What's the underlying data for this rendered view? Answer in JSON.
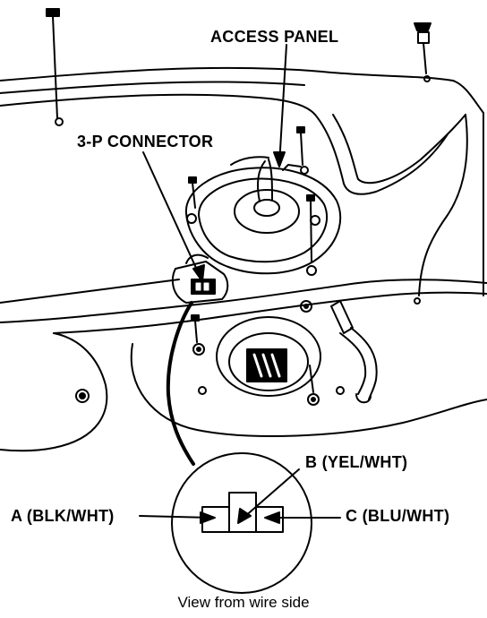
{
  "labels": {
    "access_panel": "ACCESS PANEL",
    "connector": "3-P CONNECTOR",
    "terminal_a": "A (BLK/WHT)",
    "terminal_b": "B (YEL/WHT)",
    "terminal_c": "C (BLU/WHT)",
    "caption": "View from wire side"
  }
}
